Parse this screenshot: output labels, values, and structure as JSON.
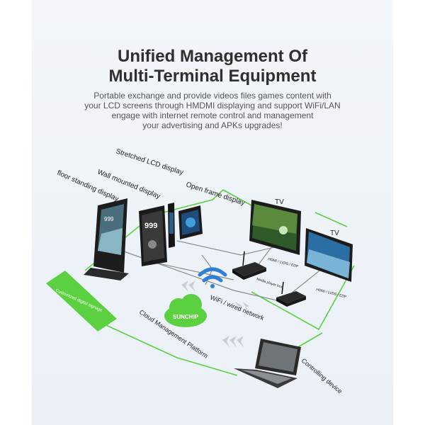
{
  "title_line1": "Unified Management Of",
  "title_line2": "Multi-Terminal Equipment",
  "description": [
    "Portable exchange and provide videos files  games content with",
    "your LCD screens through HMDMI displaying and support WiFi/LAN",
    "engage with internet remote control and management",
    "your advertising and APKs upgrades!"
  ],
  "labels": {
    "floor": "floor standing display",
    "wall": "Wall mounted display",
    "stretched": "Stretched LCD display",
    "open_frame": "Open frame display",
    "tv1": "TV",
    "tv2": "TV",
    "hdmi1": "HDMI / LVDS / EDP",
    "hdmi2": "HDMI / LVDS / EDP",
    "media_box": "Media player box",
    "wifi": "WiFi / wired network",
    "cloud_platform": "Cloud Management Platform",
    "cloud_logo": "SUNCHIP",
    "signage": "Customized digital signage",
    "controlling": "Controlling device"
  },
  "screen_text": {
    "wall_price": "999",
    "floor_price": "999"
  },
  "colors": {
    "accent_green": "#5bd040",
    "wifi_blue": "#2f7fd8",
    "title": "#2f2f2f"
  },
  "icons": [
    "wifi-icon",
    "cloud-icon",
    "laptop-icon",
    "router-icon"
  ]
}
